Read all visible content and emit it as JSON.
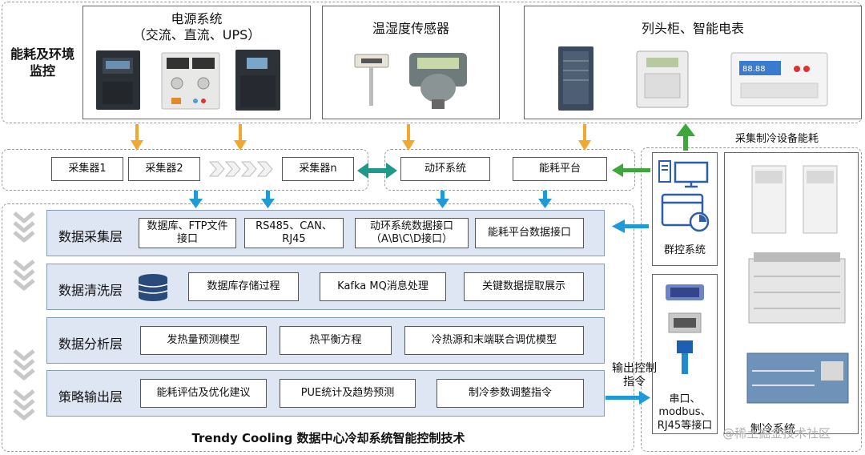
{
  "top": {
    "section_label": "能耗及环境\n监控",
    "power": {
      "title": "电源系统\n（交流、直流、UPS）"
    },
    "sensor": {
      "title": "温湿度传感器"
    },
    "meter": {
      "title": "列头柜、智能电表"
    }
  },
  "collectors": {
    "c1": "采集器1",
    "c2": "采集器2",
    "cn": "采集器n",
    "dynamic": "动环系统",
    "energy_platform": "能耗平台"
  },
  "right": {
    "header": "采集制冷设备能耗",
    "group_control": "群控系统",
    "ports": "串口、\nmodbus、\nRJ45等接口",
    "cooling": "制冷系统",
    "output_label": "输出控制\n指令"
  },
  "layers": [
    {
      "name": "数据采集层",
      "items": [
        "数据库、FTP文件\n接口",
        "RS485、CAN、\nRJ45",
        "动环系统数据接口\n（A\\B\\C\\D接口）",
        "能耗平台数据接口"
      ]
    },
    {
      "name": "数据清洗层",
      "items": [
        "数据库存储过程",
        "Kafka MQ消息处理",
        "关键数据提取展示"
      ]
    },
    {
      "name": "数据分析层",
      "items": [
        "发热量预测模型",
        "热平衡方程",
        "冷热源和末端联合调优模型"
      ]
    },
    {
      "name": "策略输出层",
      "items": [
        "能耗评估及优化建议",
        "PUE统计及趋势预测",
        "制冷参数调整指令"
      ]
    }
  ],
  "footer": {
    "title": "Trendy Cooling  数据中心冷却系统智能控制技术"
  },
  "watermark": "@稀土掘金技术社区",
  "colors": {
    "orange_arrow": "#f0a830",
    "blue_arrow": "#1f9ad6",
    "green_arrow": "#3ea63a",
    "teal_arrow": "#1f9a8a",
    "layer_bg": "#dde6f2"
  }
}
